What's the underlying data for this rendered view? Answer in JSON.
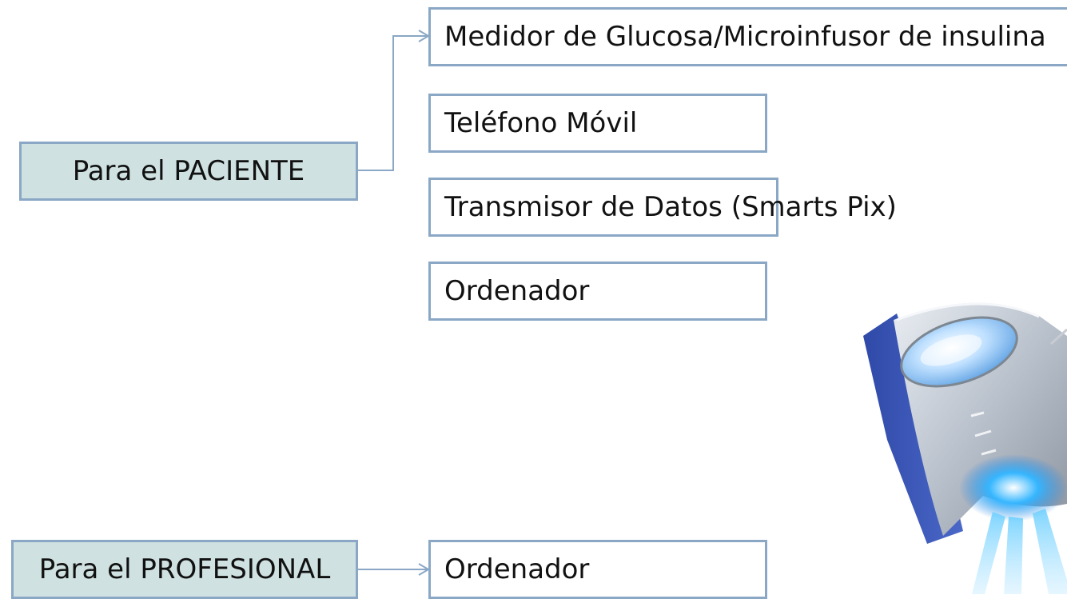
{
  "patient": {
    "label": "Para el PACIENTE",
    "items": [
      "Medidor de Glucosa/Microinfusor de insulina",
      "Teléfono Móvil",
      "Transmisor de Datos (Smarts Pix)",
      "Ordenador"
    ]
  },
  "professional": {
    "label": "Para el PROFESIONAL",
    "items": [
      "Ordenador"
    ]
  },
  "colors": {
    "category_fill": "#cfe2e1",
    "border": "#8aa7c5",
    "connector": "#8aa7c5"
  },
  "device_image": "smart-pix-device-icon"
}
